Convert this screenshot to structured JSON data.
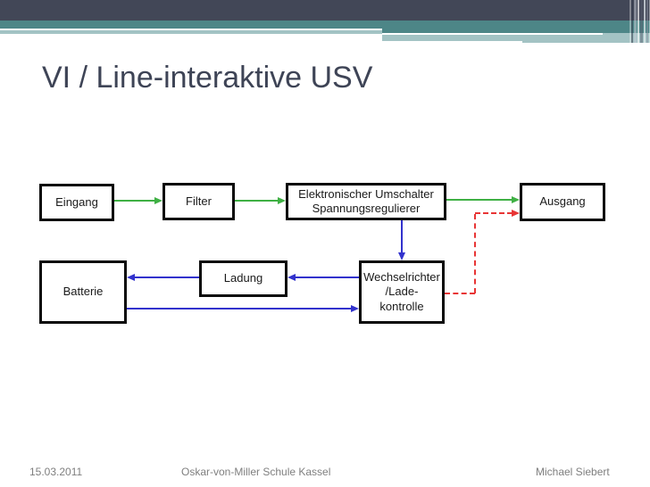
{
  "title": "VI / Line-interaktive USV",
  "theme": {
    "dark": "#424757",
    "teal": "#4d8687",
    "light_teal": "#a3c3c4",
    "title_color": "#3e4456",
    "footer_color": "#7f7f7f"
  },
  "diagram": {
    "boxes": {
      "eingang": {
        "label": "Eingang"
      },
      "filter": {
        "label": "Filter"
      },
      "umschalter": {
        "line1": "Elektronischer Umschalter",
        "line2": "Spannungsregulierer"
      },
      "ausgang": {
        "label": "Ausgang"
      },
      "batterie": {
        "label": "Batterie"
      },
      "ladung": {
        "label": "Ladung"
      },
      "wechselrichter": {
        "line1": "Wechselrichter",
        "line2": "/Lade-",
        "line3": "kontrolle"
      }
    },
    "colors": {
      "ac_green": "#3fb044",
      "dc_blue": "#3232cd",
      "bypass_red": "#e83535",
      "box_border": "#0a0a0a"
    }
  },
  "footer": {
    "date": "15.03.2011",
    "center": "Oskar-von-Miller Schule Kassel",
    "author": "Michael Siebert"
  }
}
